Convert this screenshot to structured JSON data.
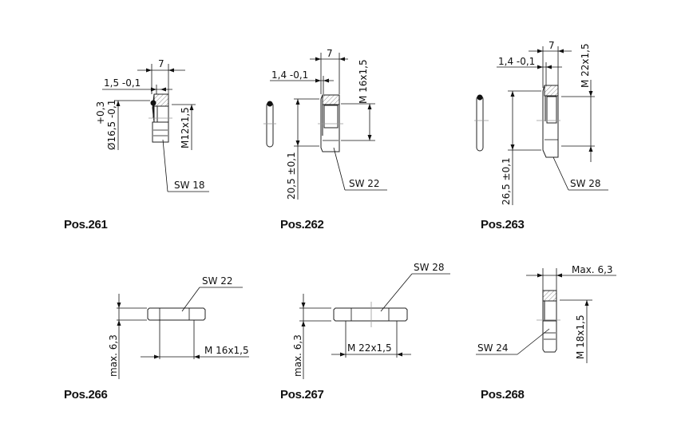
{
  "drawings": [
    {
      "id": "261",
      "label": "Pos.261",
      "dims": {
        "width": "7",
        "chamfer": "1,5  -0,1",
        "tol": "+0,3",
        "diameter": "Ø16,5 -0,1",
        "thread": "M12x1,5",
        "sw": "SW  18"
      }
    },
    {
      "id": "262",
      "label": "Pos.262",
      "dims": {
        "width": "7",
        "chamfer": "1,4  -0,1",
        "diameter": "20,5  ±0,1",
        "thread": "M  16x1,5",
        "sw": "SW  22"
      }
    },
    {
      "id": "263",
      "label": "Pos.263",
      "dims": {
        "width": "7",
        "chamfer": "1,4  -0,1",
        "diameter": "26,5  ±0,1",
        "thread": "M  22x1,5",
        "sw": "SW  28"
      }
    },
    {
      "id": "266",
      "label": "Pos.266",
      "dims": {
        "height": "max.  6,3",
        "thread": "M  16x1,5",
        "sw": "SW  22"
      }
    },
    {
      "id": "267",
      "label": "Pos.267",
      "dims": {
        "height": "max.  6,3",
        "thread": "M  22x1,5",
        "sw": "SW  28"
      }
    },
    {
      "id": "268",
      "label": "Pos.268",
      "dims": {
        "width": "Max.  6,3",
        "thread": "M  18x1,5",
        "sw": "SW  24"
      }
    }
  ]
}
